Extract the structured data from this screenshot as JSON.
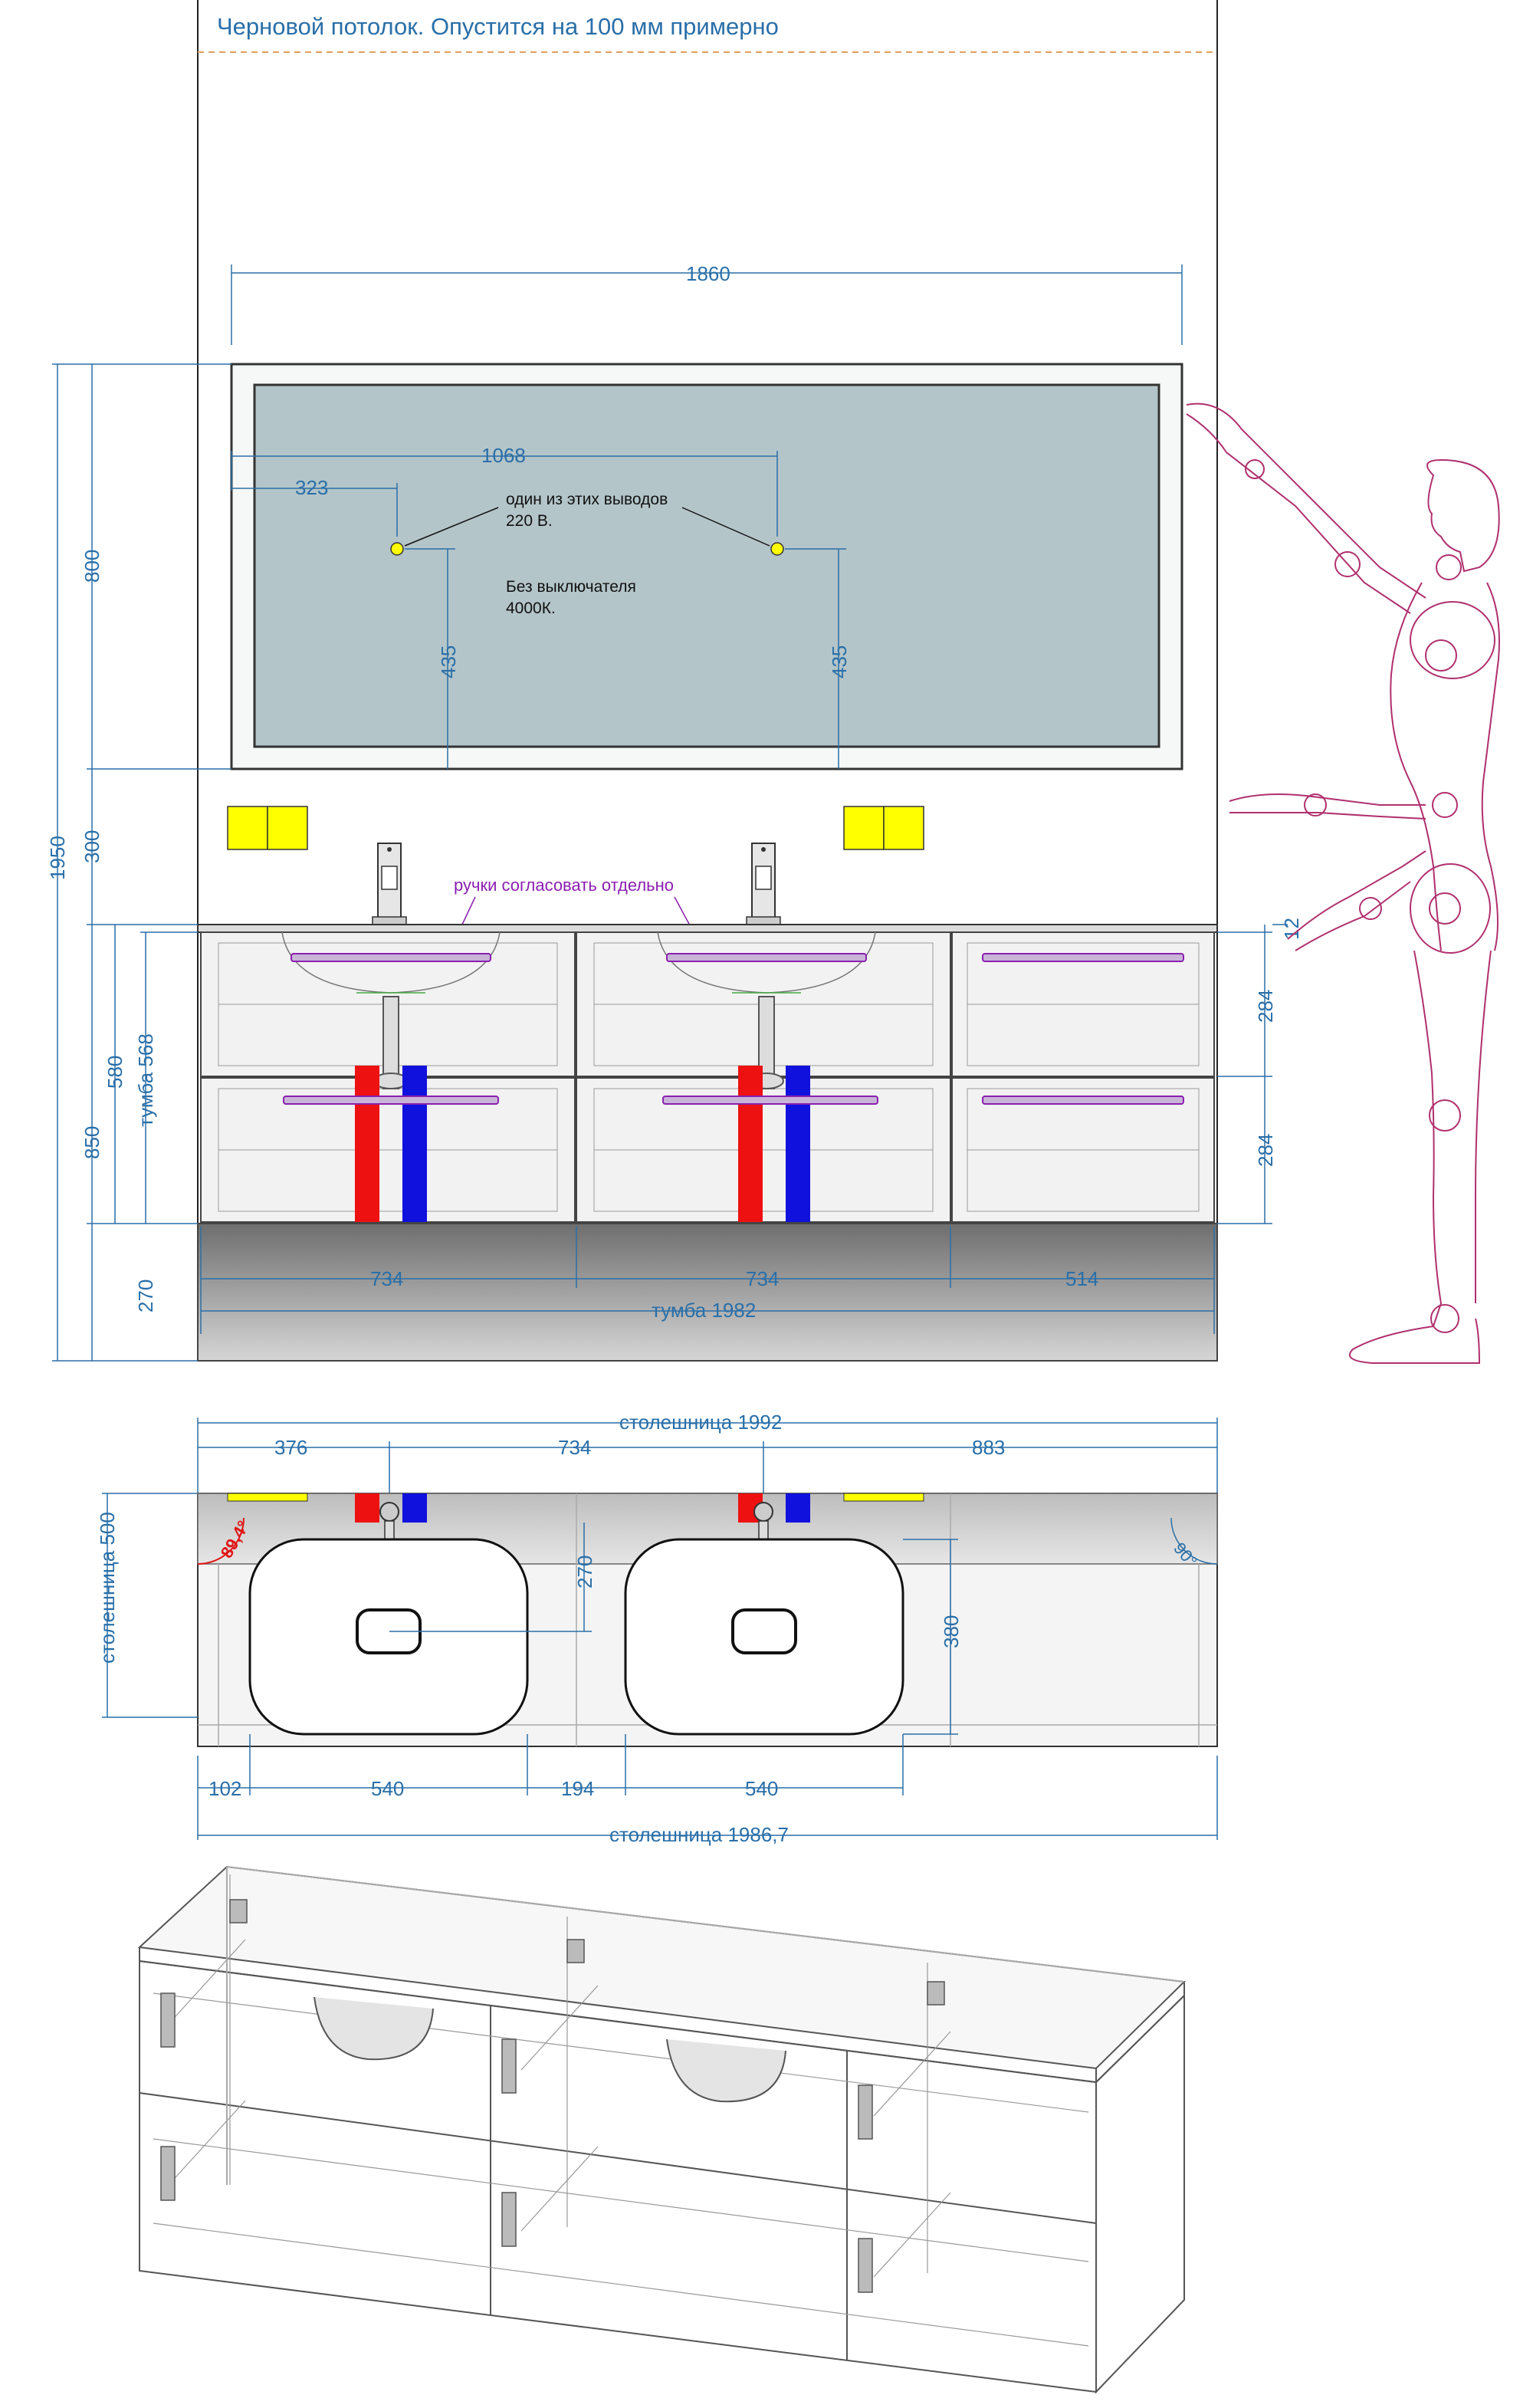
{
  "title": "Черновой потолок. Опустится на 100 мм примерно",
  "mirror": {
    "width_label": "1860",
    "height_label": "800",
    "outlet_spacing_label": "1068",
    "outlet_offset_label": "323",
    "outlet_height_left_label": "435",
    "outlet_height_right_label": "435",
    "note_line1": "один из этих выводов",
    "note_line2": "220 В.",
    "note_line3": "Без выключателя",
    "note_line4": "4000К."
  },
  "elevation": {
    "total_height_label": "1950",
    "gap_label": "300",
    "cabinet_height_label": "580",
    "cabinet_body_label": "тумба 568",
    "floor_to_top_label": "850",
    "plinth_label": "270",
    "drawer_top_label": "284",
    "drawer_bottom_label": "284",
    "top_thickness_label": "12",
    "handles_note": "ручки согласовать отдельно",
    "section_widths": [
      "734",
      "734",
      "514"
    ],
    "cabinet_width_label": "тумба 1982"
  },
  "plan": {
    "countertop_width_label": "столешница 1992",
    "top_offsets": [
      "376",
      "734",
      "883"
    ],
    "depth_label": "столешница 500",
    "basin_depth_label": "270",
    "basin_size_label": "380",
    "angle_left": "89,4°",
    "angle_right": "90°",
    "bottom_offsets": [
      "102",
      "540",
      "194",
      "540"
    ],
    "countertop_back_label": "столешница 1986,7"
  },
  "colors": {
    "dimension": "#2a6fa8",
    "figure": "#b0306e",
    "hot_pipe": "#ee1111",
    "cold_pipe": "#1111dd",
    "socket": "#ffff00",
    "mirror_glass": "#b4c5c9",
    "floor": "#888888"
  }
}
